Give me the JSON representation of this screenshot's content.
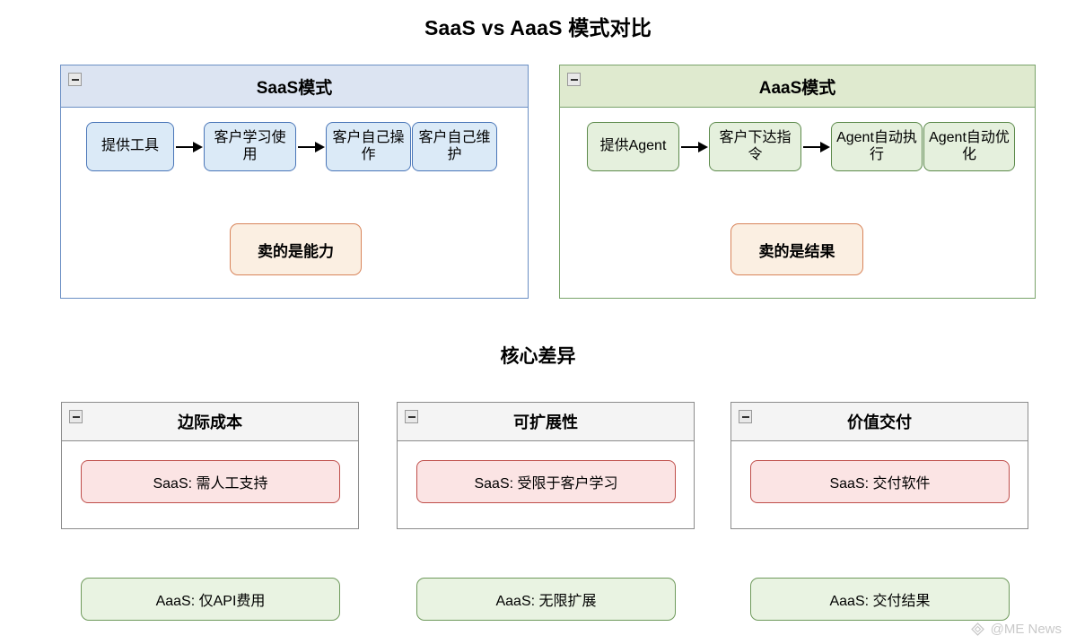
{
  "page": {
    "title": "SaaS vs AaaS 模式对比",
    "section_heading": "核心差异",
    "watermark": "@ME News",
    "watermark_logo_icon": "diamond-outline-icon",
    "collapse_icon": "collapse-minus-icon"
  },
  "colors": {
    "saas_panel_border": "#6a8fc4",
    "saas_panel_header_bg": "#dce4f2",
    "saas_box_bg": "#dbeaf7",
    "saas_box_border": "#4a76b8",
    "aaas_panel_border": "#79a36a",
    "aaas_panel_header_bg": "#dfeacf",
    "aaas_box_bg": "#e5f0dd",
    "aaas_box_border": "#5d8a4c",
    "sell_box_bg": "#fbefe2",
    "sell_box_border": "#d8845a",
    "diff_card_border": "#8c8c8c",
    "diff_card_header_bg": "#f4f4f4",
    "diff_saas_bg": "#fbe4e4",
    "diff_saas_border": "#bf4e4a",
    "diff_aaas_bg": "#e9f3e2",
    "diff_aaas_border": "#6f9a5c",
    "watermark": "#c9c9c9"
  },
  "panels": [
    {
      "id": "saas",
      "title": "SaaS模式",
      "steps": [
        "提供工具",
        "客户学习使用",
        "客户自己操作",
        "客户自己维护"
      ],
      "sell_label": "卖的是能力"
    },
    {
      "id": "aaas",
      "title": "AaaS模式",
      "steps": [
        "提供Agent",
        "客户下达指令",
        "Agent自动执行",
        "Agent自动优化"
      ],
      "sell_label": "卖的是结果"
    }
  ],
  "differences": [
    {
      "title": "边际成本",
      "saas": "SaaS: 需人工支持",
      "aaas": "AaaS: 仅API费用"
    },
    {
      "title": "可扩展性",
      "saas": "SaaS: 受限于客户学习",
      "aaas": "AaaS: 无限扩展"
    },
    {
      "title": "价值交付",
      "saas": "SaaS: 交付软件",
      "aaas": "AaaS: 交付结果"
    }
  ]
}
